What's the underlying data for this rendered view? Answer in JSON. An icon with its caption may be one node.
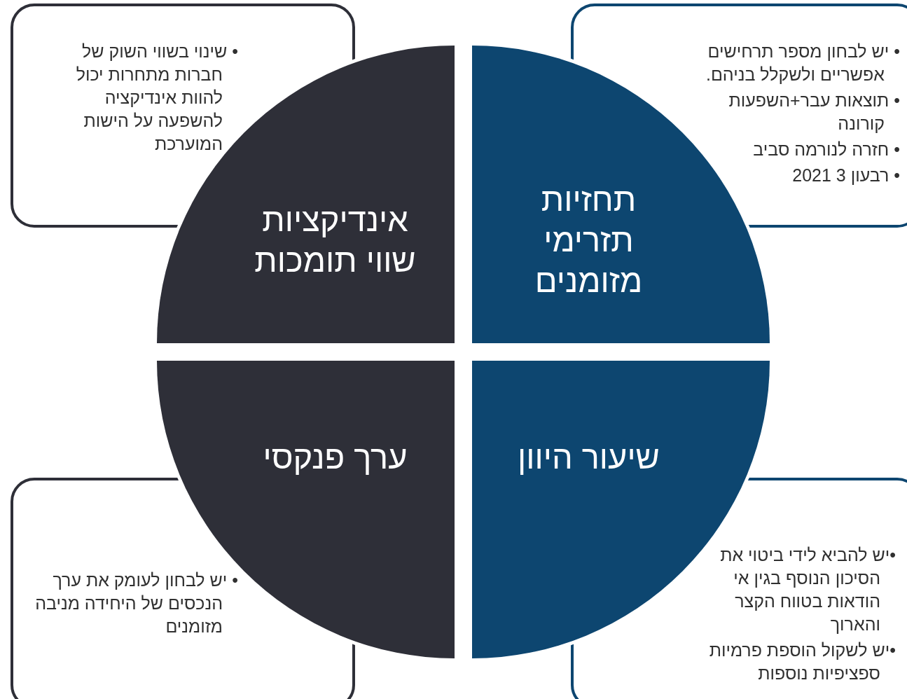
{
  "diagram": {
    "nodes": [
      {
        "text": [
          "• יש לבחון מספר תרחישים אפשריים ולשקלל בניהם.",
          "• תוצאות עבר+השפעות קורונה",
          "• חזרה לנורמה סביב",
          "• רבעון 3 2021"
        ]
      },
      {
        "text": [
          "• שינוי בשווי השוק של חברות מתחרות יכול להוות אינדיקציה להשפעה על הישות המוערכת"
        ]
      },
      {
        "text": [
          "תחזיות תזרימי מזומנים"
        ]
      },
      {
        "text": [
          "אינדיקציות שווי תומכות"
        ]
      },
      {
        "text": [
          "שיעור היוון"
        ]
      },
      {
        "text": [
          "ערך פנקסי"
        ]
      },
      {
        "text": [
          "•יש להביא לידי ביטוי את הסיכון הנוסף בגין אי הודאות בטווח הקצר והארוך",
          "•יש לשקול הוספת פרמיות ספציפיות נוספות"
        ]
      },
      {
        "text": [
          "• יש לבחון לעומק את ערך הנכסים של היחידה מניבה מזומנים"
        ]
      }
    ]
  }
}
